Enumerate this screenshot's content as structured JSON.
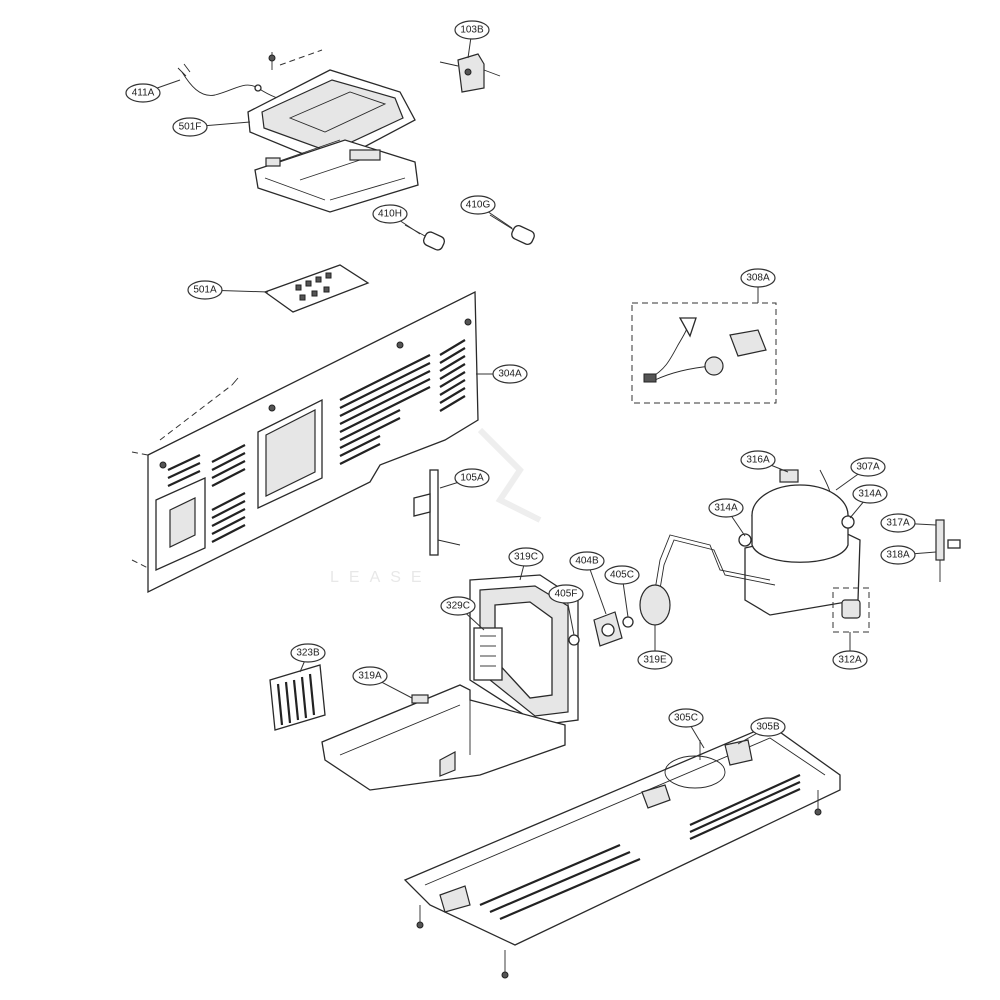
{
  "diagram": {
    "callouts": [
      {
        "id": "411A",
        "label": "411A"
      },
      {
        "id": "103B",
        "label": "103B"
      },
      {
        "id": "501F",
        "label": "501F"
      },
      {
        "id": "410H",
        "label": "410H"
      },
      {
        "id": "410G",
        "label": "410G"
      },
      {
        "id": "501A",
        "label": "501A"
      },
      {
        "id": "308A",
        "label": "308A"
      },
      {
        "id": "304A",
        "label": "304A"
      },
      {
        "id": "105A",
        "label": "105A"
      },
      {
        "id": "316A",
        "label": "316A"
      },
      {
        "id": "307A",
        "label": "307A"
      },
      {
        "id": "314A-left",
        "label": "314A"
      },
      {
        "id": "314A-right",
        "label": "314A"
      },
      {
        "id": "317A",
        "label": "317A"
      },
      {
        "id": "318A",
        "label": "318A"
      },
      {
        "id": "319C",
        "label": "319C"
      },
      {
        "id": "404B",
        "label": "404B"
      },
      {
        "id": "405C",
        "label": "405C"
      },
      {
        "id": "405F",
        "label": "405F"
      },
      {
        "id": "329C",
        "label": "329C"
      },
      {
        "id": "319E",
        "label": "319E"
      },
      {
        "id": "312A",
        "label": "312A"
      },
      {
        "id": "323B",
        "label": "323B"
      },
      {
        "id": "319A",
        "label": "319A"
      },
      {
        "id": "305C",
        "label": "305C"
      },
      {
        "id": "305B",
        "label": "305B"
      }
    ],
    "colors": {
      "line": "#2a2a2a",
      "fill": "#ffffff",
      "shade": "#e6e6e6",
      "dark": "#555555"
    }
  }
}
